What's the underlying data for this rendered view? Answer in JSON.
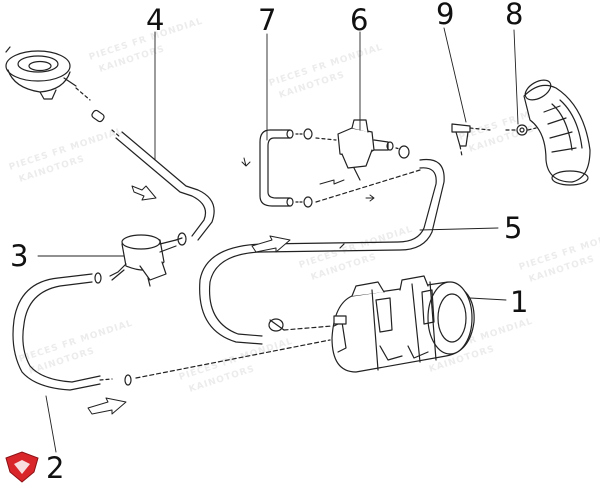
{
  "diagram": {
    "callouts": [
      {
        "number": "1",
        "part": "charcoal-canister"
      },
      {
        "number": "2",
        "part": "long-hose"
      },
      {
        "number": "3",
        "part": "valve"
      },
      {
        "number": "4",
        "part": "vent-hose"
      },
      {
        "number": "5",
        "part": "purge-hose"
      },
      {
        "number": "6",
        "part": "solenoid-valve"
      },
      {
        "number": "7",
        "part": "u-hose"
      },
      {
        "number": "8",
        "part": "intake-nut"
      },
      {
        "number": "9",
        "part": "hose-fitting"
      }
    ],
    "watermark": [
      "PIECES FR MONDIAL",
      "KAINOTORS"
    ]
  },
  "colors": {
    "line": "#222222",
    "callout_text": "#111111",
    "logo_red": "#d8262b",
    "watermark": "#ececec"
  }
}
